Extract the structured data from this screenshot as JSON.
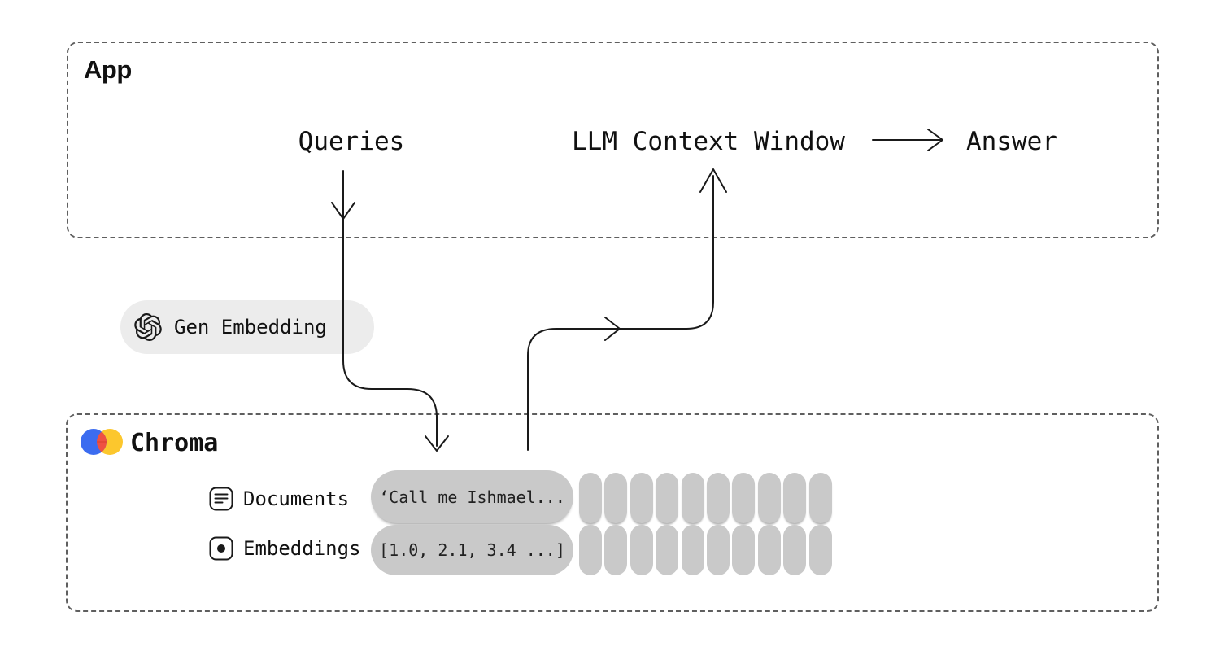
{
  "colors": {
    "background": "#ffffff",
    "line": "#1a1a1a",
    "box_border": "#5f5f5f",
    "pill_light": "#ececec",
    "pill_gray": "#c9c9c9",
    "text": "#111111",
    "chroma_blue": "#3b6cf0",
    "chroma_yellow": "#fcc72d",
    "chroma_red": "#ef5142"
  },
  "app_box": {
    "title": "App",
    "queries_label": "Queries",
    "llm_label": "LLM Context Window",
    "answer_label": "Answer"
  },
  "gen_embedding": {
    "label": "Gen Embedding",
    "icon": "openai-logo-icon"
  },
  "chroma_box": {
    "title": "Chroma",
    "rows": [
      {
        "icon": "document-icon",
        "label": "Documents",
        "sample": "‘Call me Ishmael..."
      },
      {
        "icon": "embedding-icon",
        "label": "Embeddings",
        "sample": "[1.0, 2.1, 3.4 ...]"
      }
    ],
    "pill_columns": 10
  }
}
